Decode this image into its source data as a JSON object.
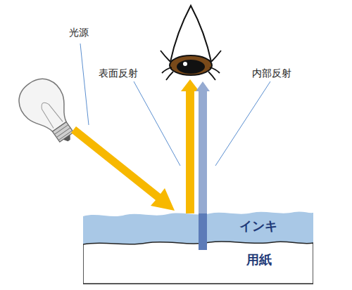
{
  "diagram": {
    "nodes": [
      {
        "text": [
          "インキ"
        ]
      },
      {
        "text": [
          "用紙"
        ]
      }
    ],
    "labels": [
      "光源",
      "表面反射",
      "内部反射"
    ]
  }
}
